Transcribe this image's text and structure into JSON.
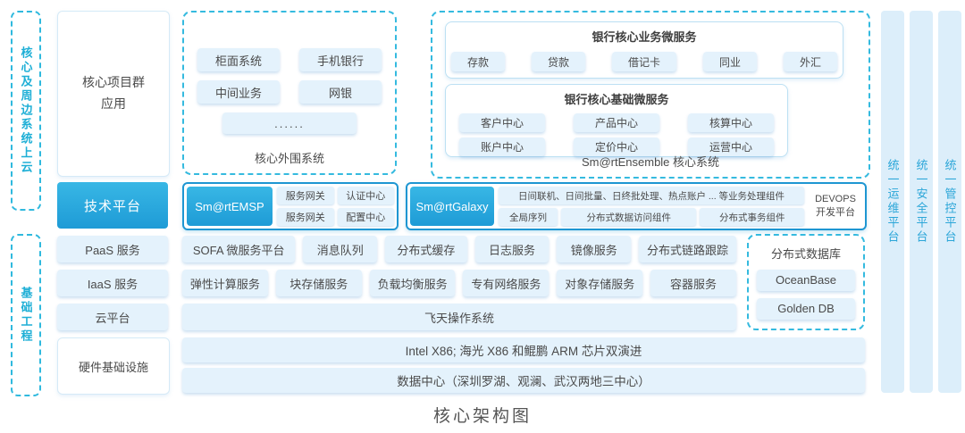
{
  "title": "核心架构图",
  "left_rail": {
    "cloud_label": "核心及周边系统上云",
    "infra_label": "基础工程"
  },
  "column": {
    "app_group_lines": [
      "核心项目群",
      "应用"
    ],
    "tech_platform": "技术平台",
    "paas": "PaaS 服务",
    "iaas": "IaaS 服务",
    "cloud": "云平台",
    "hardware": "硬件基础设施"
  },
  "peripheral": {
    "label": "核心外围系统",
    "buttons": [
      "柜面系统",
      "手机银行",
      "中间业务",
      "网银"
    ],
    "dots": "......"
  },
  "ensemble": {
    "label": "Sm@rtEnsemble 核心系统",
    "business": {
      "title": "银行核心业务微服务",
      "items": [
        "存款",
        "贷款",
        "借记卡",
        "同业",
        "外汇"
      ]
    },
    "base": {
      "title": "银行核心基础微服务",
      "items": [
        "客户中心",
        "产品中心",
        "核算中心",
        "账户中心",
        "定价中心",
        "运营中心"
      ]
    }
  },
  "tech_row": {
    "emsp": {
      "name": "Sm@rtEMSP",
      "items": [
        "服务网关",
        "认证中心",
        "服务网关",
        "配置中心"
      ]
    },
    "galaxy": {
      "name": "Sm@rtGalaxy",
      "wide_item": "日间联机、日间批量、日终批处理、热点账户 ... 等业务处理组件",
      "items": [
        "全局序列",
        "分布式数据访问组件",
        "分布式事务组件"
      ],
      "devops_lines": [
        "DEVOPS",
        "开发平台"
      ]
    }
  },
  "paas_row": [
    "SOFA 微服务平台",
    "消息队列",
    "分布式缓存",
    "日志服务",
    "镜像服务",
    "分布式链路跟踪"
  ],
  "iaas_row": [
    "弹性计算服务",
    "块存储服务",
    "负载均衡服务",
    "专有网络服务",
    "对象存储服务",
    "容器服务"
  ],
  "cloud_row": "飞天操作系统",
  "database": {
    "title": "分布式数据库",
    "items": [
      "OceanBase",
      "Golden DB"
    ]
  },
  "hardware_rows": [
    "Intel X86; 海光 X86 和鲲鹏 ARM 芯片双演进",
    "数据中心（深圳罗湖、观澜、武汉两地三中心）"
  ],
  "right_rail": [
    "统一运维平台",
    "统一安全平台",
    "统一管控平台"
  ],
  "colors": {
    "accent_cyan": "#1FB4DB",
    "accent_blue": "#1E9BD7",
    "button_bg": "#E4F2FC",
    "rail_bg": "#DCEEFA",
    "text_dark": "#4A4A4A"
  }
}
